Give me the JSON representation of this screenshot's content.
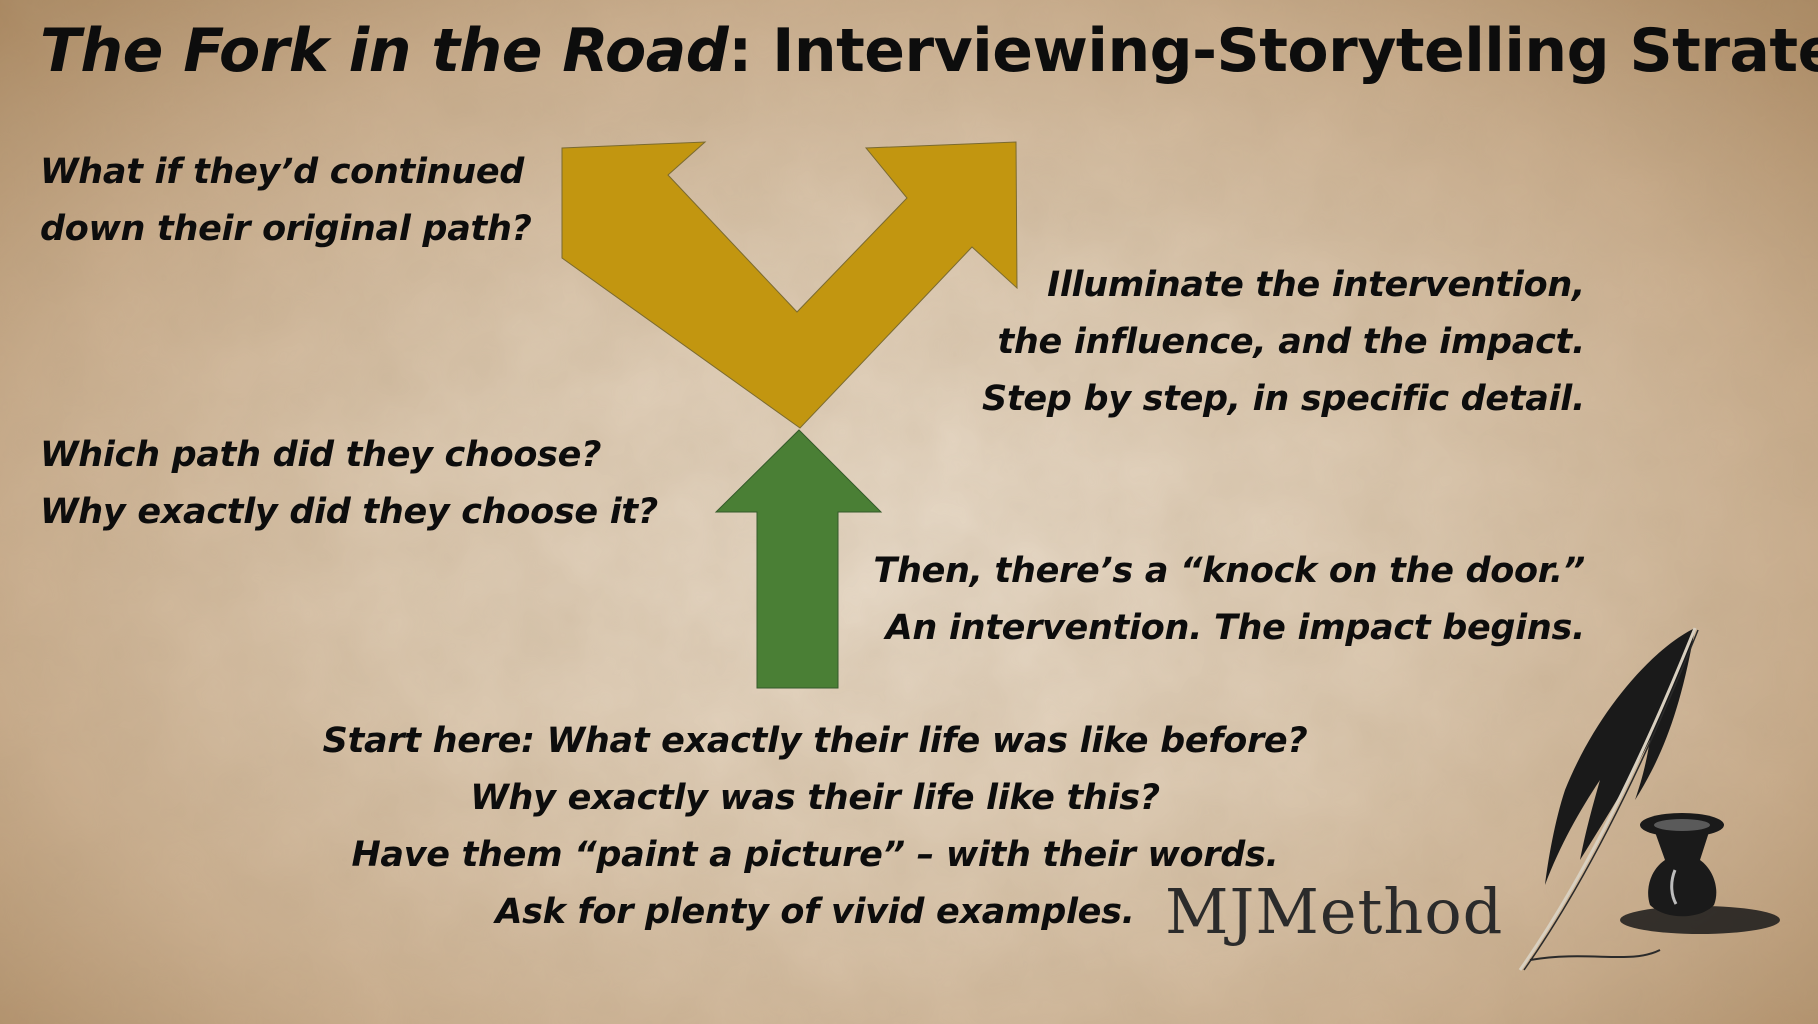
{
  "title": {
    "italic_part": "The Fork in the Road",
    "rest": ": Interviewing-Storytelling Strategy"
  },
  "notes": {
    "top_left": [
      "What if they’d continued",
      "down their original path?"
    ],
    "right_upper": [
      "Illuminate the intervention,",
      "the influence, and the impact.",
      "Step by step, in specific detail."
    ],
    "middle_left": [
      "Which path did they choose?",
      "Why exactly did they choose it?"
    ],
    "right_lower": [
      "Then, there’s a “knock on the door.”",
      "An intervention. The impact begins."
    ],
    "bottom": [
      "Start here: What exactly their life was like before?",
      "Why exactly was their life like this?",
      "Have them “paint a picture” – with their words.",
      "Ask for plenty of vivid examples."
    ]
  },
  "brand": "MJMethod",
  "colors": {
    "fork_arrow": "#c29610",
    "start_arrow": "#4a7f35",
    "text": "#0d0d0d",
    "quill": "#1a1a1a"
  },
  "icons": [
    "fork-arrow-icon",
    "up-arrow-icon",
    "quill-inkwell-icon"
  ]
}
